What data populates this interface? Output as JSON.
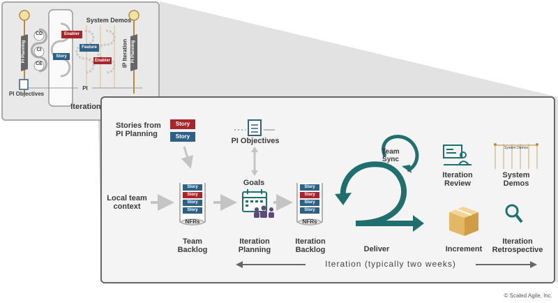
{
  "overview": {
    "system_demos": "System Demos",
    "cd": "CD",
    "ci": "CI",
    "ce": "CE",
    "pi_planning_left": "PI Planning",
    "enabler_1": "Enabler",
    "story": "Story",
    "feature": "Feature",
    "enabler_2": "Enabler",
    "ip_iteration": "IP Iteration",
    "pi_planning_right": "PI Planning",
    "pi_objectives": "PI Objectives",
    "pi": "PI",
    "iterations": "Iterations"
  },
  "detail": {
    "stories_from": "Stories from",
    "pi_planning": "PI Planning",
    "story_red": "Story",
    "story_blue": "Story",
    "pi_objectives": "PI Objectives",
    "local_team": "Local team",
    "context": "context",
    "goals": "Goals",
    "team_backlog_stack": [
      "Story",
      "Story",
      "Story",
      "Story"
    ],
    "iteration_backlog_stack": [
      "Story",
      "Story",
      "Story",
      "Story"
    ],
    "nfrs_left": "NFRs",
    "nfrs_right": "NFRs",
    "team_backlog_1": "Team",
    "team_backlog_2": "Backlog",
    "iteration_planning_1": "Iteration",
    "iteration_planning_2": "Planning",
    "iteration_backlog_1": "Iteration",
    "iteration_backlog_2": "Backlog",
    "team_sync_1": "Team",
    "team_sync_2": "Sync",
    "deliver": "Deliver",
    "iteration_review_1": "Iteration",
    "iteration_review_2": "Review",
    "system_demos_1": "System",
    "system_demos_2": "Demos",
    "system_demos_mini": "System Demos",
    "increment": "Increment",
    "iteration_retro_1": "Iteration",
    "iteration_retro_2": "Retrospective",
    "timeline": "Iteration (typically two weeks)"
  },
  "copyright": "© Scaled Agile, Inc.",
  "colors": {
    "red": "#a8262b",
    "blue": "#2e6187",
    "teal": "#1e6f6e",
    "gray_arrow": "#c4c4c4",
    "box": "#e6c07b"
  }
}
